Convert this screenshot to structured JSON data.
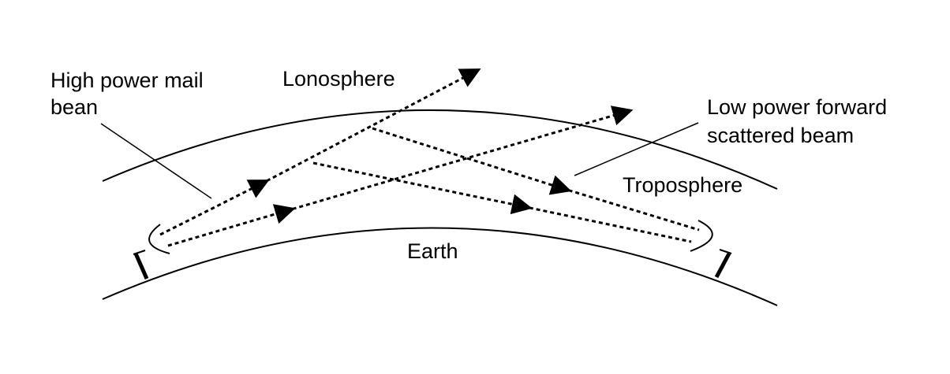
{
  "labels": {
    "high_power_line1": "High power mail",
    "high_power_line2": "bean",
    "ionosphere": "Lonosphere",
    "low_power_line1": "Low power forward",
    "low_power_line2": "scattered beam",
    "troposphere": "Troposphere",
    "earth": "Earth"
  },
  "colors": {
    "ink": "#000000",
    "background": "#ffffff"
  }
}
